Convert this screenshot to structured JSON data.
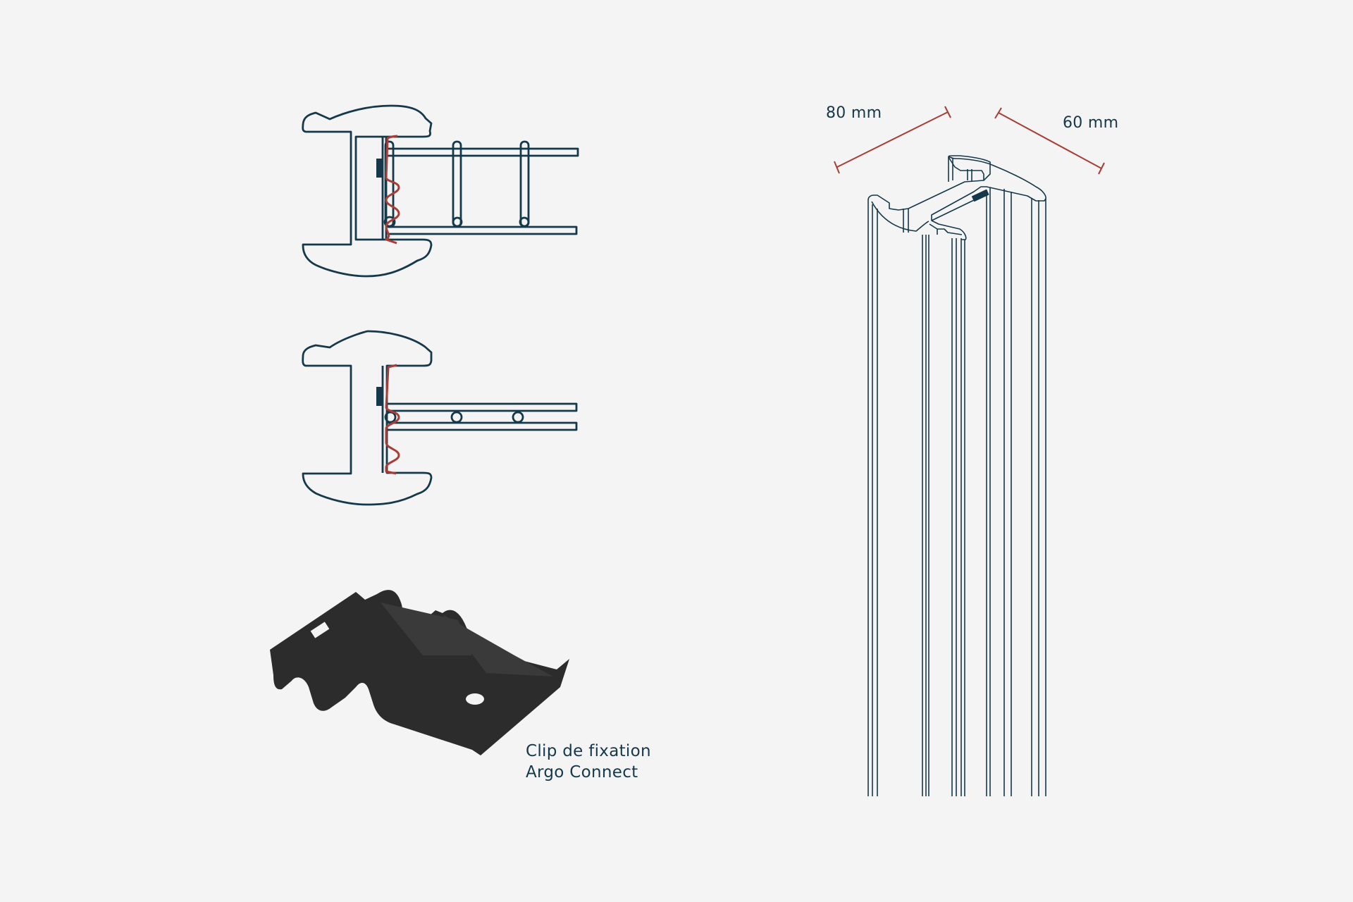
{
  "colors": {
    "background": "#f4f4f4",
    "outline": "#15384a",
    "clip_line": "#a93c35",
    "dimension_line": "#a93c35",
    "clip_solid": "#2c2c2c"
  },
  "dimensions": {
    "width_label": "80 mm",
    "depth_label": "60 mm"
  },
  "caption": {
    "line1": "Clip de fixation",
    "line2": "Argo Connect"
  }
}
